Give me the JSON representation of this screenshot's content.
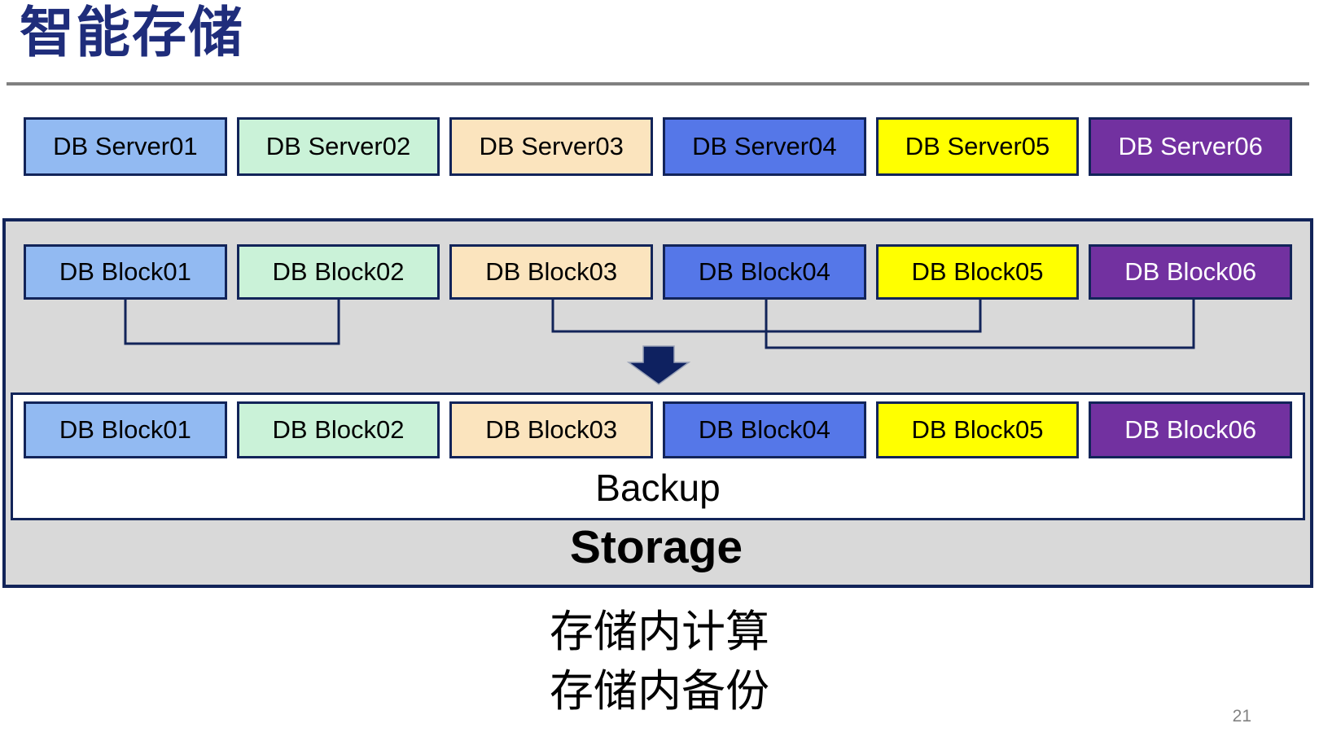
{
  "slide": {
    "title": "智能存储",
    "caption": [
      "存储内计算",
      "存储内备份"
    ],
    "page_number": "21"
  },
  "colors": {
    "title": "#1F2D7B",
    "underline_gray": "#808080",
    "border_navy": "#122459",
    "container_bg": "#D9D9D9",
    "arrow": "#0E2160"
  },
  "server_row": [
    {
      "label": "DB Server01",
      "fill": "#92BAF2",
      "text_color": "#000000"
    },
    {
      "label": "DB Server02",
      "fill": "#CAF2D8",
      "text_color": "#000000"
    },
    {
      "label": "DB Server03",
      "fill": "#FBE4BE",
      "text_color": "#000000"
    },
    {
      "label": "DB Server04",
      "fill": "#5577E8",
      "text_color": "#000000"
    },
    {
      "label": "DB Server05",
      "fill": "#FFFF00",
      "text_color": "#000000"
    },
    {
      "label": "DB Server06",
      "fill": "#7231A0",
      "text_color": "#FFFFFF"
    }
  ],
  "block_row_top": [
    {
      "label": "DB Block01",
      "fill": "#92BAF2",
      "text_color": "#000000"
    },
    {
      "label": "DB Block02",
      "fill": "#CAF2D8",
      "text_color": "#000000"
    },
    {
      "label": "DB Block03",
      "fill": "#FBE4BE",
      "text_color": "#000000"
    },
    {
      "label": "DB Block04",
      "fill": "#5577E8",
      "text_color": "#000000"
    },
    {
      "label": "DB Block05",
      "fill": "#FFFF00",
      "text_color": "#000000"
    },
    {
      "label": "DB Block06",
      "fill": "#7231A0",
      "text_color": "#FFFFFF"
    }
  ],
  "backup_box": {
    "label": "Backup",
    "blocks": [
      {
        "label": "DB Block01",
        "fill": "#92BAF2",
        "text_color": "#000000"
      },
      {
        "label": "DB Block02",
        "fill": "#CAF2D8",
        "text_color": "#000000"
      },
      {
        "label": "DB Block03",
        "fill": "#FBE4BE",
        "text_color": "#000000"
      },
      {
        "label": "DB Block04",
        "fill": "#5577E8",
        "text_color": "#000000"
      },
      {
        "label": "DB Block05",
        "fill": "#FFFF00",
        "text_color": "#000000"
      },
      {
        "label": "DB Block06",
        "fill": "#7231A0",
        "text_color": "#FFFFFF"
      }
    ]
  },
  "storage_label": "Storage",
  "connections": [
    {
      "from": "DB Block01",
      "to": "DB Block02"
    },
    {
      "from": "DB Block03",
      "to": "DB Block05"
    },
    {
      "from": "DB Block04",
      "to": "DB Block06"
    }
  ]
}
